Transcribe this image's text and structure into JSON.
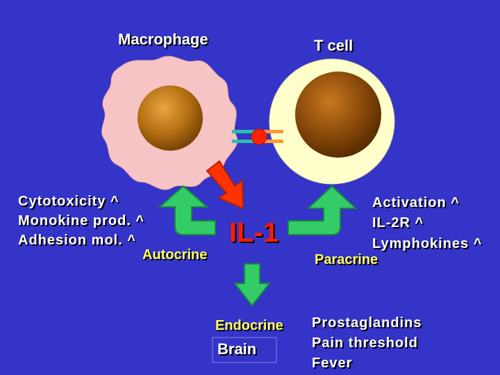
{
  "labels": {
    "macrophage": "Macrophage",
    "tcell": "T cell",
    "il1": "IL-1",
    "autocrine": "Autocrine",
    "paracrine": "Paracrine",
    "endocrine": "Endocrine",
    "brain": "Brain"
  },
  "left_effects": [
    "Cytotoxicity ^",
    "Monokine prod. ^",
    "Adhesion mol. ^"
  ],
  "right_effects": [
    "Activation ^",
    "IL-2R ^",
    "Lymphokines ^"
  ],
  "systemic_effects": [
    "Prostaglandins",
    "Pain threshold",
    "Fever"
  ],
  "colors": {
    "background": "#3434c8",
    "macrophage_body": "#f6c4c4",
    "tcell_body": "#ffffcc",
    "nucleus": "#b46f12",
    "il1_text": "#ff1c00",
    "arrow_green": "#33cc66",
    "arrow_red": "#ff3300",
    "receptor_teal": "#2bbfaa",
    "receptor_orange": "#ff9933"
  }
}
